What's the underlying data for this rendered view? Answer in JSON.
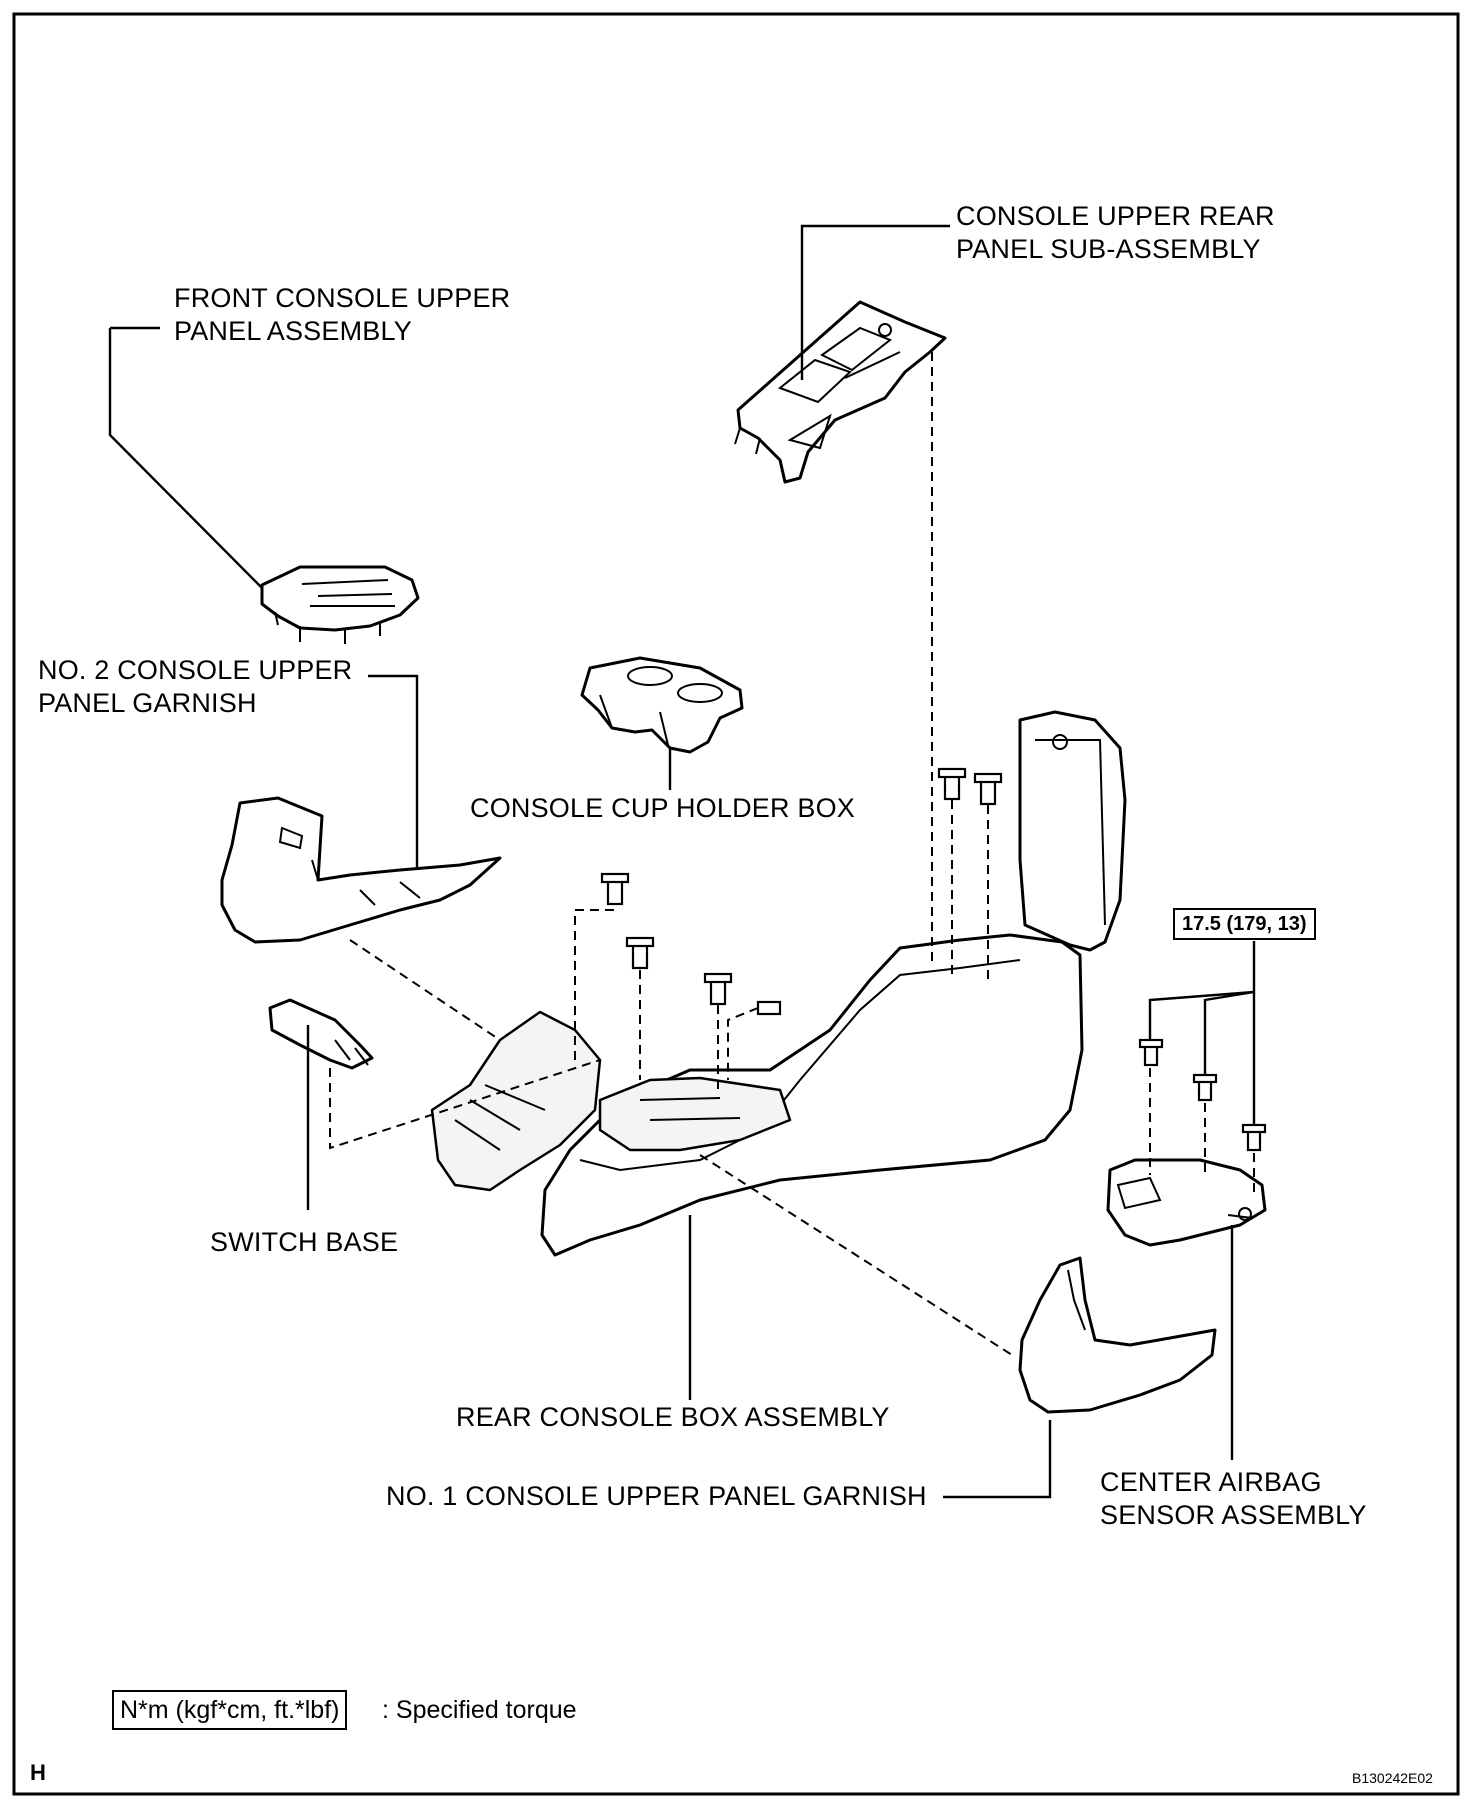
{
  "labels": {
    "console_upper_rear_l1": "CONSOLE UPPER REAR",
    "console_upper_rear_l2": "PANEL SUB-ASSEMBLY",
    "front_console_upper_l1": "FRONT CONSOLE UPPER",
    "front_console_upper_l2": "PANEL ASSEMBLY",
    "no2_garnish_l1": "NO. 2 CONSOLE UPPER",
    "no2_garnish_l2": "PANEL GARNISH",
    "cup_holder": "CONSOLE CUP HOLDER BOX",
    "switch_base": "SWITCH BASE",
    "rear_console_box": "REAR CONSOLE BOX ASSEMBLY",
    "no1_garnish": "NO. 1 CONSOLE UPPER PANEL GARNISH",
    "airbag_sensor_l1": "CENTER AIRBAG",
    "airbag_sensor_l2": "SENSOR ASSEMBLY"
  },
  "torque": "17.5 (179, 13)",
  "legend": {
    "unit_box": "N*m (kgf*cm, ft.*lbf)",
    "description": ": Specified torque"
  },
  "corner_mark": "H",
  "figure_id": "B130242E02"
}
